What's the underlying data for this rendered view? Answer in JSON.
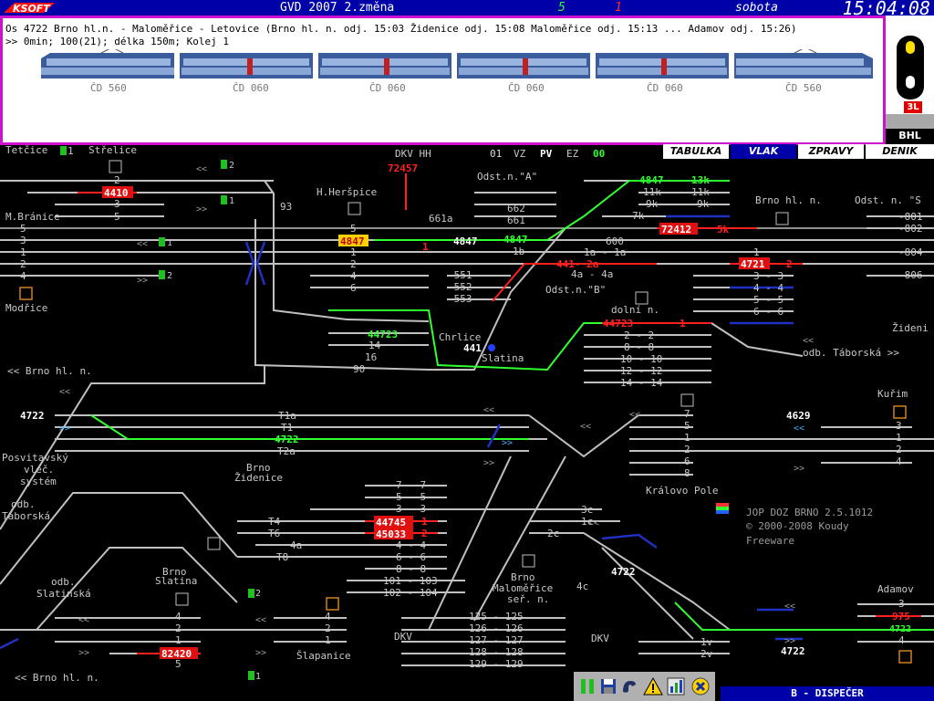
{
  "titlebar": {
    "logo": "KSOFT",
    "title": "GVD 2007 2.změna",
    "count_green": "5",
    "count_red": "1",
    "day": "sobota",
    "clock": "15:04:08"
  },
  "info": {
    "line1": "Os 4722  Brno hl.n. - Maloměřice - Letovice (Brno hl. n. odj. 15:03 Židenice odj. 15:08 Maloměřice odj. 15:13 ... Adamov odj. 15:26)",
    "line2": ">> 0min; 100(21); délka 150m; Kolej 1",
    "vehicles": [
      "ČD 560",
      "ČD 060",
      "ČD 060",
      "ČD 060",
      "ČD 060",
      "ČD 560"
    ]
  },
  "signal_panel": {
    "code": "3L",
    "station": "BHL"
  },
  "tabs": [
    {
      "label": "TABULKA",
      "active": false
    },
    {
      "label": "VLAK",
      "active": true
    },
    {
      "label": "ZPRAVY",
      "active": false
    },
    {
      "label": "DENIK",
      "active": false
    }
  ],
  "mode_labels": {
    "m01": "01",
    "vz": "VZ",
    "pv": "PV",
    "ez": "EZ",
    "m00": "00"
  },
  "stations": {
    "tetcice": "Tetčice",
    "strelice": "Střelice",
    "brno_branice": "M.Bránice",
    "modrice": "Modřice",
    "hhersp": "H.Heršpice",
    "dkv_hh": "DKV HH",
    "odst_a": "Odst.n.\"A\"",
    "odst_b": "Odst.n.\"B\"",
    "brno_hl": "Brno hl. n.",
    "odst_s": "Odst. n. \"S",
    "zideni": "Žideni",
    "dolni": "dolní n.",
    "odb_taborska_r": "odb. Táborská >>",
    "chrlice": "Chrlice",
    "slatina": "Slatina",
    "to_brno_hl": "<< Brno hl. n.",
    "kurim": "Kuřim",
    "posvit1": "Posvitavský",
    "posvit2": "vleč.",
    "posvit3": "systém",
    "brno_zid1": "Brno",
    "brno_zid2": "Židenice",
    "kralovo": "Královo Pole",
    "odb_tab_l1": "odb.",
    "odb_tab_l2": "Táborská",
    "odb_slat1": "odb.",
    "odb_slat2": "Slatinská",
    "brno_slat1": "Brno",
    "brno_slat2": "Slatina",
    "slapanice": "Šlapanice",
    "mal1": "Brno",
    "mal2": "Maloměřice",
    "mal3": "seř. n.",
    "dkv1": "DKV",
    "dkv2": "DKV",
    "adamov": "Adamov",
    "to_brno_hl2": "<< Brno hl. n."
  },
  "trains": {
    "t72457": "72457",
    "t4410": "4410",
    "t4847a": "4847",
    "t4847b": "4847",
    "t4847c": "4847",
    "t4847d": "4847",
    "t72412": "72412",
    "t4721": "4721",
    "t44723a": "44723",
    "t44723b": "44723",
    "t441": "441",
    "t4722a": "4722",
    "t4722b": "4722",
    "t4722c": "4722",
    "t4722d": "4722",
    "t4629": "4629",
    "t44745": "44745",
    "t45033": "45033",
    "t82420": "82420",
    "t975": "975"
  },
  "track_labels": {
    "k13k": "13k",
    "k11k": "11k",
    "k11kb": "11k",
    "k9k": "9k",
    "k9kb": "9k",
    "k7k": "7k",
    "k5k": "5k",
    "k600": "600",
    "k93": "93",
    "k661a": "661a",
    "k662": "662",
    "k661": "661",
    "k551": "-551",
    "k552": "-552",
    "k553": "-553",
    "k801": "-801",
    "k802": "-802",
    "k804": "-804",
    "k806": "-806",
    "kT1a": "T1a",
    "kT1": "T1",
    "kT2a": "T2a",
    "kT4": "T4",
    "kT6": "T6",
    "kT8": "T8",
    "k4a": "4a",
    "k3c": "3c",
    "k1c": "1c",
    "k2c": "2c",
    "k4c": "4c",
    "k1v": "1v",
    "k2v": "2v",
    "k14": "14",
    "k16": "16",
    "k90": "90",
    "k1b": "1b"
  },
  "copyright": {
    "line1": "JOP DOZ BRNO 2.5.1012",
    "line2": "© 2000-2008 Koudy",
    "line3": "Freeware"
  },
  "status": {
    "dispatcher": "B - DISPEČER"
  },
  "icons": {
    "tool1": "pause-icon",
    "tool2": "save-icon",
    "tool3": "phone-icon",
    "tool4": "warning-icon",
    "tool5": "chart-icon",
    "tool6": "close-icon"
  },
  "colors": {
    "title_bg": "#0000a8",
    "panel_border": "#d010d0",
    "free_track": "#c0c0c0",
    "route_green": "#30ff30",
    "occupied_red": "#ff2020",
    "blue_track": "#2030c0"
  }
}
